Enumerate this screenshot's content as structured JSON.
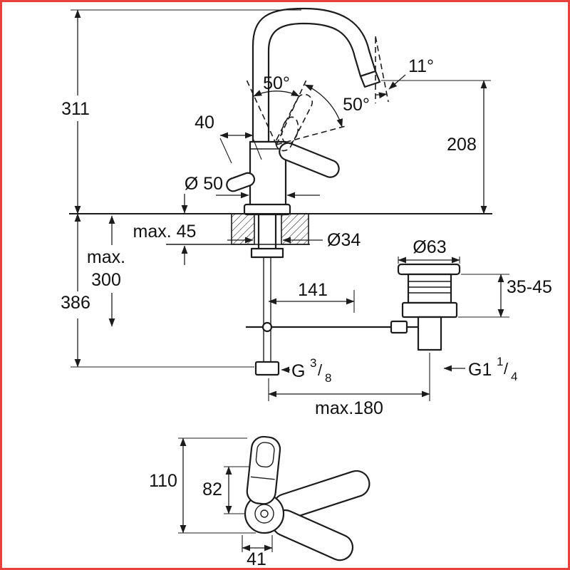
{
  "meta": {
    "border_color": "#e8423d",
    "line_color": "#1c1c1c",
    "background": "#ffffff"
  },
  "side_view": {
    "dim_311": "311",
    "angle_50_a": "50°",
    "angle_50_b": "50°",
    "angle_11": "11°",
    "dim_40": "40",
    "dim_208": "208",
    "dia_50": "Ø 50",
    "max_45": "max. 45",
    "dia_34": "Ø34",
    "max_300_line1": "max.",
    "max_300_line2": "300",
    "dim_386": "386",
    "dim_141": "141",
    "dia_63": "Ø63",
    "range_35_45": "35-45",
    "g38": {
      "base": "G",
      "sup": "3",
      "slash": "/",
      "sub": "8"
    },
    "g114": {
      "base": "G1",
      "sup": "1",
      "slash": "/",
      "sub": "4"
    },
    "max_180": "max.180"
  },
  "plan_view": {
    "dim_110": "110",
    "dim_82": "82",
    "dim_41": "41"
  }
}
